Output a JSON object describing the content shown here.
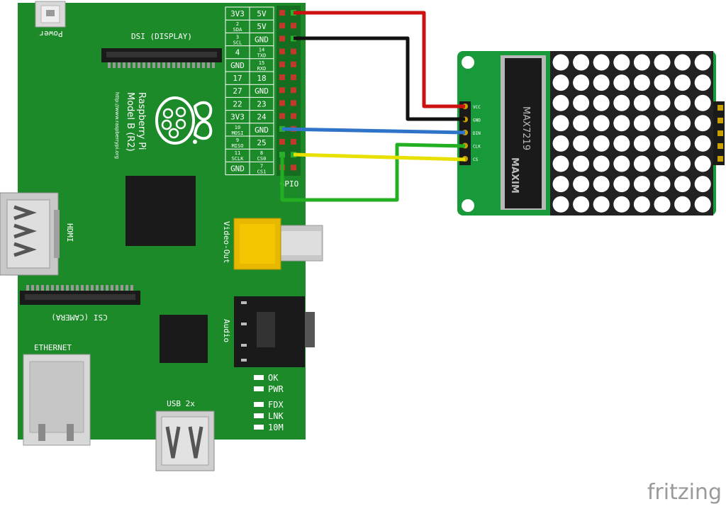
{
  "board": {
    "power": "Power",
    "dsi": "DSI (DISPLAY)",
    "csi": "CSI (CAMERA)",
    "hdmi": "HDMI",
    "ethernet": "ETHERNET",
    "usb": "USB 2x",
    "video": "Video-Out",
    "audio": "Audio",
    "gpio": "GPIO",
    "logo_line1": "Raspberry Pi",
    "logo_line2": "Model B (R2)",
    "logo_url": "http://www.raspberrypi.org",
    "leds": [
      "OK",
      "PWR",
      "FDX",
      "LNK",
      "10M"
    ],
    "header_rows": [
      {
        "left": "3V3",
        "left_sub": "",
        "right": "5V",
        "right_sub": ""
      },
      {
        "left": "2",
        "left_sub": "SDA",
        "right": "5V",
        "right_sub": ""
      },
      {
        "left": "3",
        "left_sub": "SCL",
        "right": "GND",
        "right_sub": ""
      },
      {
        "left": "4",
        "left_sub": "",
        "right": "14",
        "right_sub": "TXD"
      },
      {
        "left": "GND",
        "left_sub": "",
        "right": "15",
        "right_sub": "RXD"
      },
      {
        "left": "17",
        "left_sub": "",
        "right": "18",
        "right_sub": ""
      },
      {
        "left": "27",
        "left_sub": "",
        "right": "GND",
        "right_sub": ""
      },
      {
        "left": "22",
        "left_sub": "",
        "right": "23",
        "right_sub": ""
      },
      {
        "left": "3V3",
        "left_sub": "",
        "right": "24",
        "right_sub": ""
      },
      {
        "left": "10",
        "left_sub": "MOSI",
        "right": "GND",
        "right_sub": ""
      },
      {
        "left": "9",
        "left_sub": "MISO",
        "right": "25",
        "right_sub": ""
      },
      {
        "left": "11",
        "left_sub": "SCLK",
        "right": "8",
        "right_sub": "CS0"
      },
      {
        "left": "GND",
        "left_sub": "",
        "right": "7",
        "right_sub": "CS1"
      }
    ]
  },
  "module": {
    "chip_brand": "MAXIM",
    "chip_model": "MAX7219",
    "pins": [
      "VCC",
      "GND",
      "DIN",
      "CLK",
      "CS"
    ],
    "matrix_rows": 8,
    "matrix_cols": 8
  },
  "wires": [
    {
      "name": "vcc-wire",
      "color": "#cc1111"
    },
    {
      "name": "gnd-wire",
      "color": "#111111"
    },
    {
      "name": "din-wire",
      "color": "#2f74c8"
    },
    {
      "name": "clk-wire",
      "color": "#22b022"
    },
    {
      "name": "cs-wire",
      "color": "#e8e000"
    }
  ],
  "colors": {
    "pcb": "#1d8a2a",
    "pcb_dark": "#146b1e",
    "module_pcb": "#189a3a"
  },
  "watermark": "fritzing"
}
